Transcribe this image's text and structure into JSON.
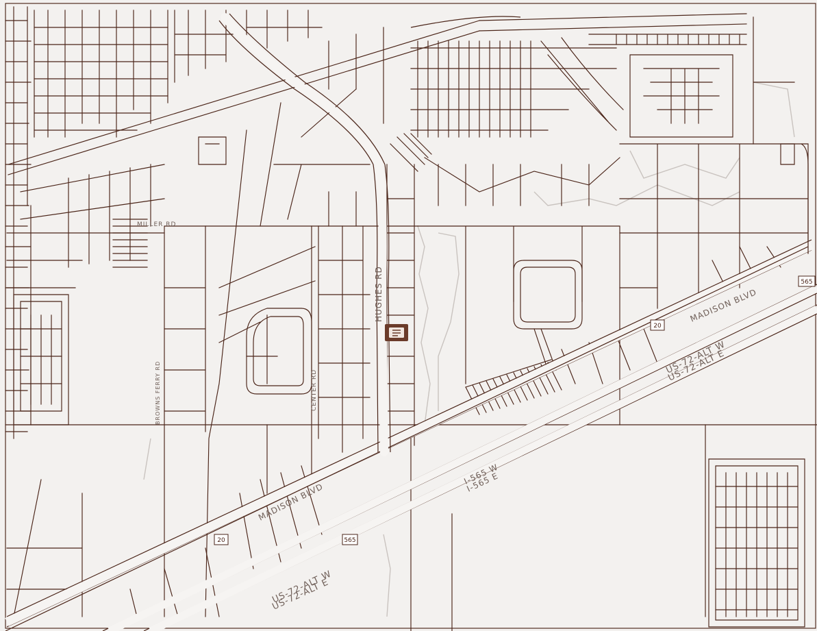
{
  "map": {
    "street_labels": {
      "hughes_rd": "HUGHES RD",
      "madison_blvd": "MADISON BLVD",
      "us72_alt_w": "US-72-ALT W",
      "us72_alt_e": "US-72-ALT E",
      "i565_w": "I-565 W",
      "i565_e": "I-565 E",
      "browns_ferry": "BROWNS FERRY RD",
      "center_rd": "CENTER RD",
      "miller_rd": "MILLER RD"
    },
    "shields": {
      "route20": "20",
      "interstate565": "565"
    },
    "colors": {
      "background": "#f3f1ef",
      "parcel_line": "#4a2418",
      "road_fill": "#f6f4f2",
      "marker": "#6b3b2a"
    },
    "marker_icon": "info-marker-icon"
  }
}
